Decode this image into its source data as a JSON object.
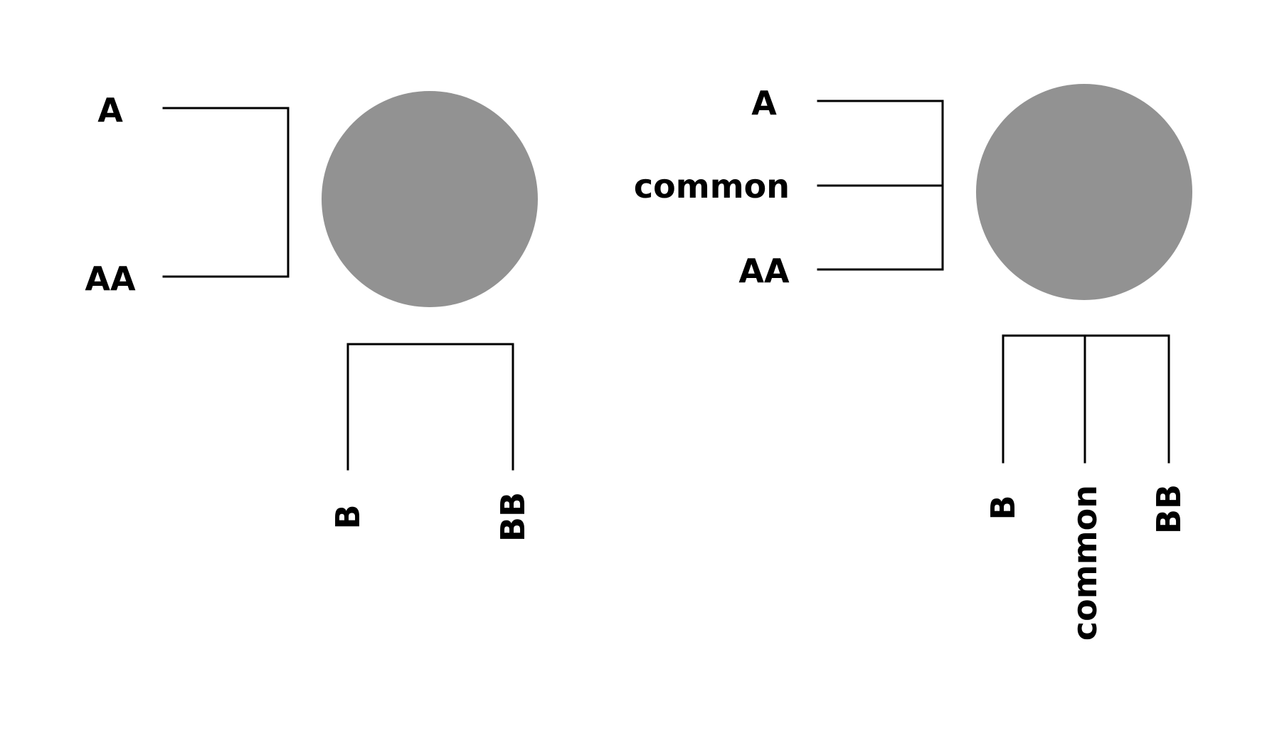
{
  "colors": {
    "background": "#ffffff",
    "circle": "#929292",
    "line": "#000000",
    "text": "#000000"
  },
  "panel_left": {
    "left_labels": [
      "A",
      "AA"
    ],
    "bottom_labels": [
      "B",
      "BB"
    ]
  },
  "panel_right": {
    "left_labels": [
      "A",
      "common",
      "AA"
    ],
    "bottom_labels": [
      "B",
      "common",
      "BB"
    ]
  }
}
